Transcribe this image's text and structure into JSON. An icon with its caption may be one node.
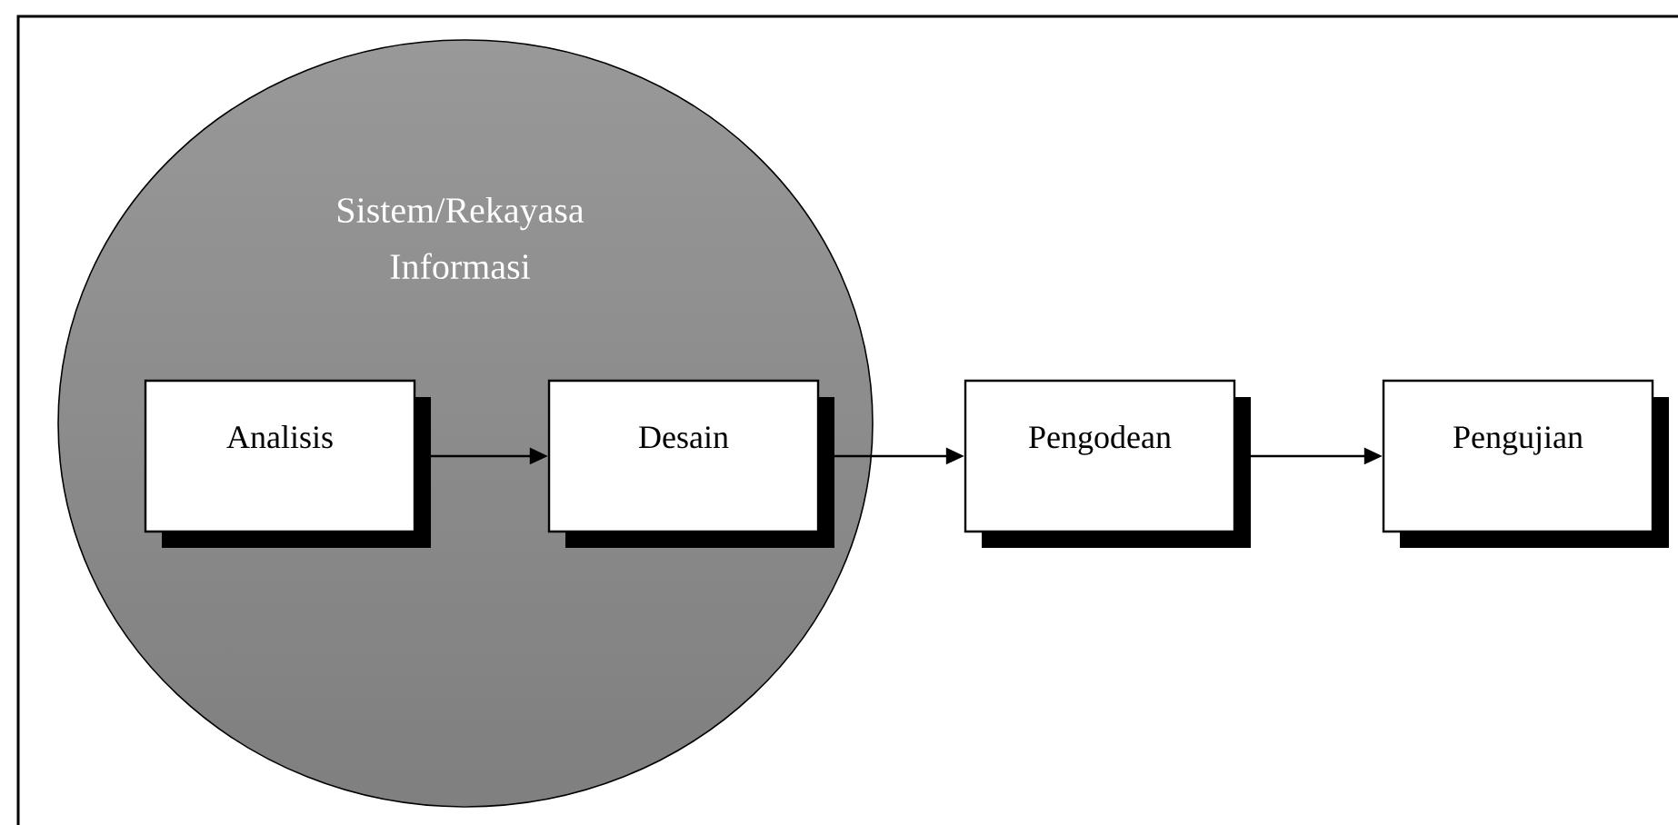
{
  "diagram": {
    "nodes": [
      {
        "text": [
          "Sistem/Rekayasa Informasi"
        ]
      },
      {
        "text": [
          "Analisis"
        ],
        "in": 0
      },
      {
        "text": [
          "Desain"
        ],
        "in": 0
      },
      {
        "text": [
          "Pengodean"
        ]
      },
      {
        "text": [
          "Pengujian"
        ]
      }
    ],
    "edges": [
      {
        "from": 1,
        "to": 2,
        "arrow": "to"
      },
      {
        "from": 2,
        "to": 3,
        "arrow": "to"
      },
      {
        "from": 3,
        "to": 4,
        "arrow": "to"
      }
    ]
  }
}
